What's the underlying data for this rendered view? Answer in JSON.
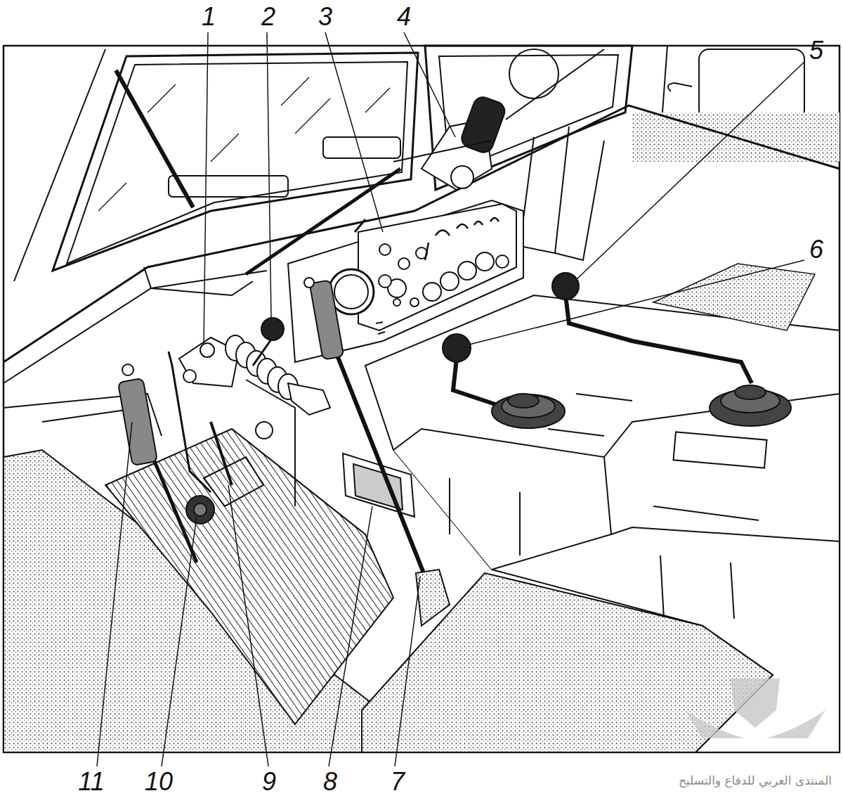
{
  "diagram": {
    "labels": [
      "1",
      "2",
      "3",
      "4",
      "5",
      "6",
      "11",
      "10",
      "9",
      "8",
      "7",
      "المنتدى العربي للدفاع والتسليح"
    ]
  }
}
